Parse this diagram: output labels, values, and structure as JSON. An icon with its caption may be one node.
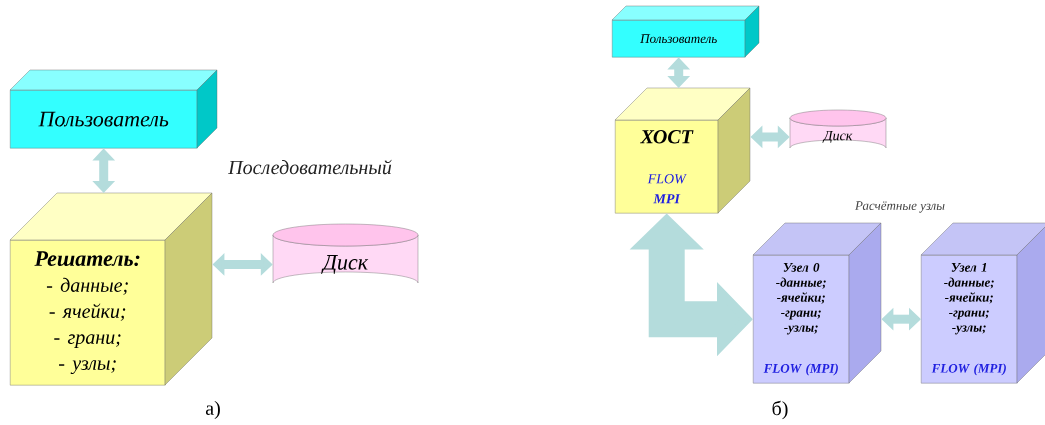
{
  "diagram": {
    "nodes": [
      {
        "text": [
          "Пользователь"
        ]
      },
      {
        "text": [
          "Решатель:",
          "- данные;",
          "- ячейки;",
          "- грани;",
          "- узлы;"
        ]
      },
      {
        "text": [
          "Диск"
        ]
      },
      {
        "text": [
          "Пользователь"
        ]
      },
      {
        "text": [
          "ХОСТ",
          "FLOW",
          "MPI"
        ]
      },
      {
        "text": [
          "Диск"
        ]
      },
      {
        "text": [
          "Узел 0",
          "-данные;",
          "-ячейки;",
          "-грани;",
          "-узлы;",
          "FLOW (MPI)"
        ]
      },
      {
        "text": [
          "Узел 1",
          "-данные;",
          "-ячейки;",
          "-грани;",
          "-узлы;",
          "FLOW (MPI)"
        ]
      }
    ],
    "edges": [
      {
        "from": 0,
        "to": 1,
        "arrow": "both"
      },
      {
        "from": 1,
        "to": 2,
        "arrow": "both"
      },
      {
        "from": 3,
        "to": 4,
        "arrow": "both"
      },
      {
        "from": 4,
        "to": 5,
        "arrow": "both"
      },
      {
        "from": 4,
        "to": 6,
        "arrow": "both",
        "style": "thick"
      },
      {
        "from": 6,
        "to": 7,
        "arrow": "both"
      }
    ],
    "labels": [
      "Последовательный",
      "Расчётные узлы",
      "а)",
      "б)"
    ]
  }
}
